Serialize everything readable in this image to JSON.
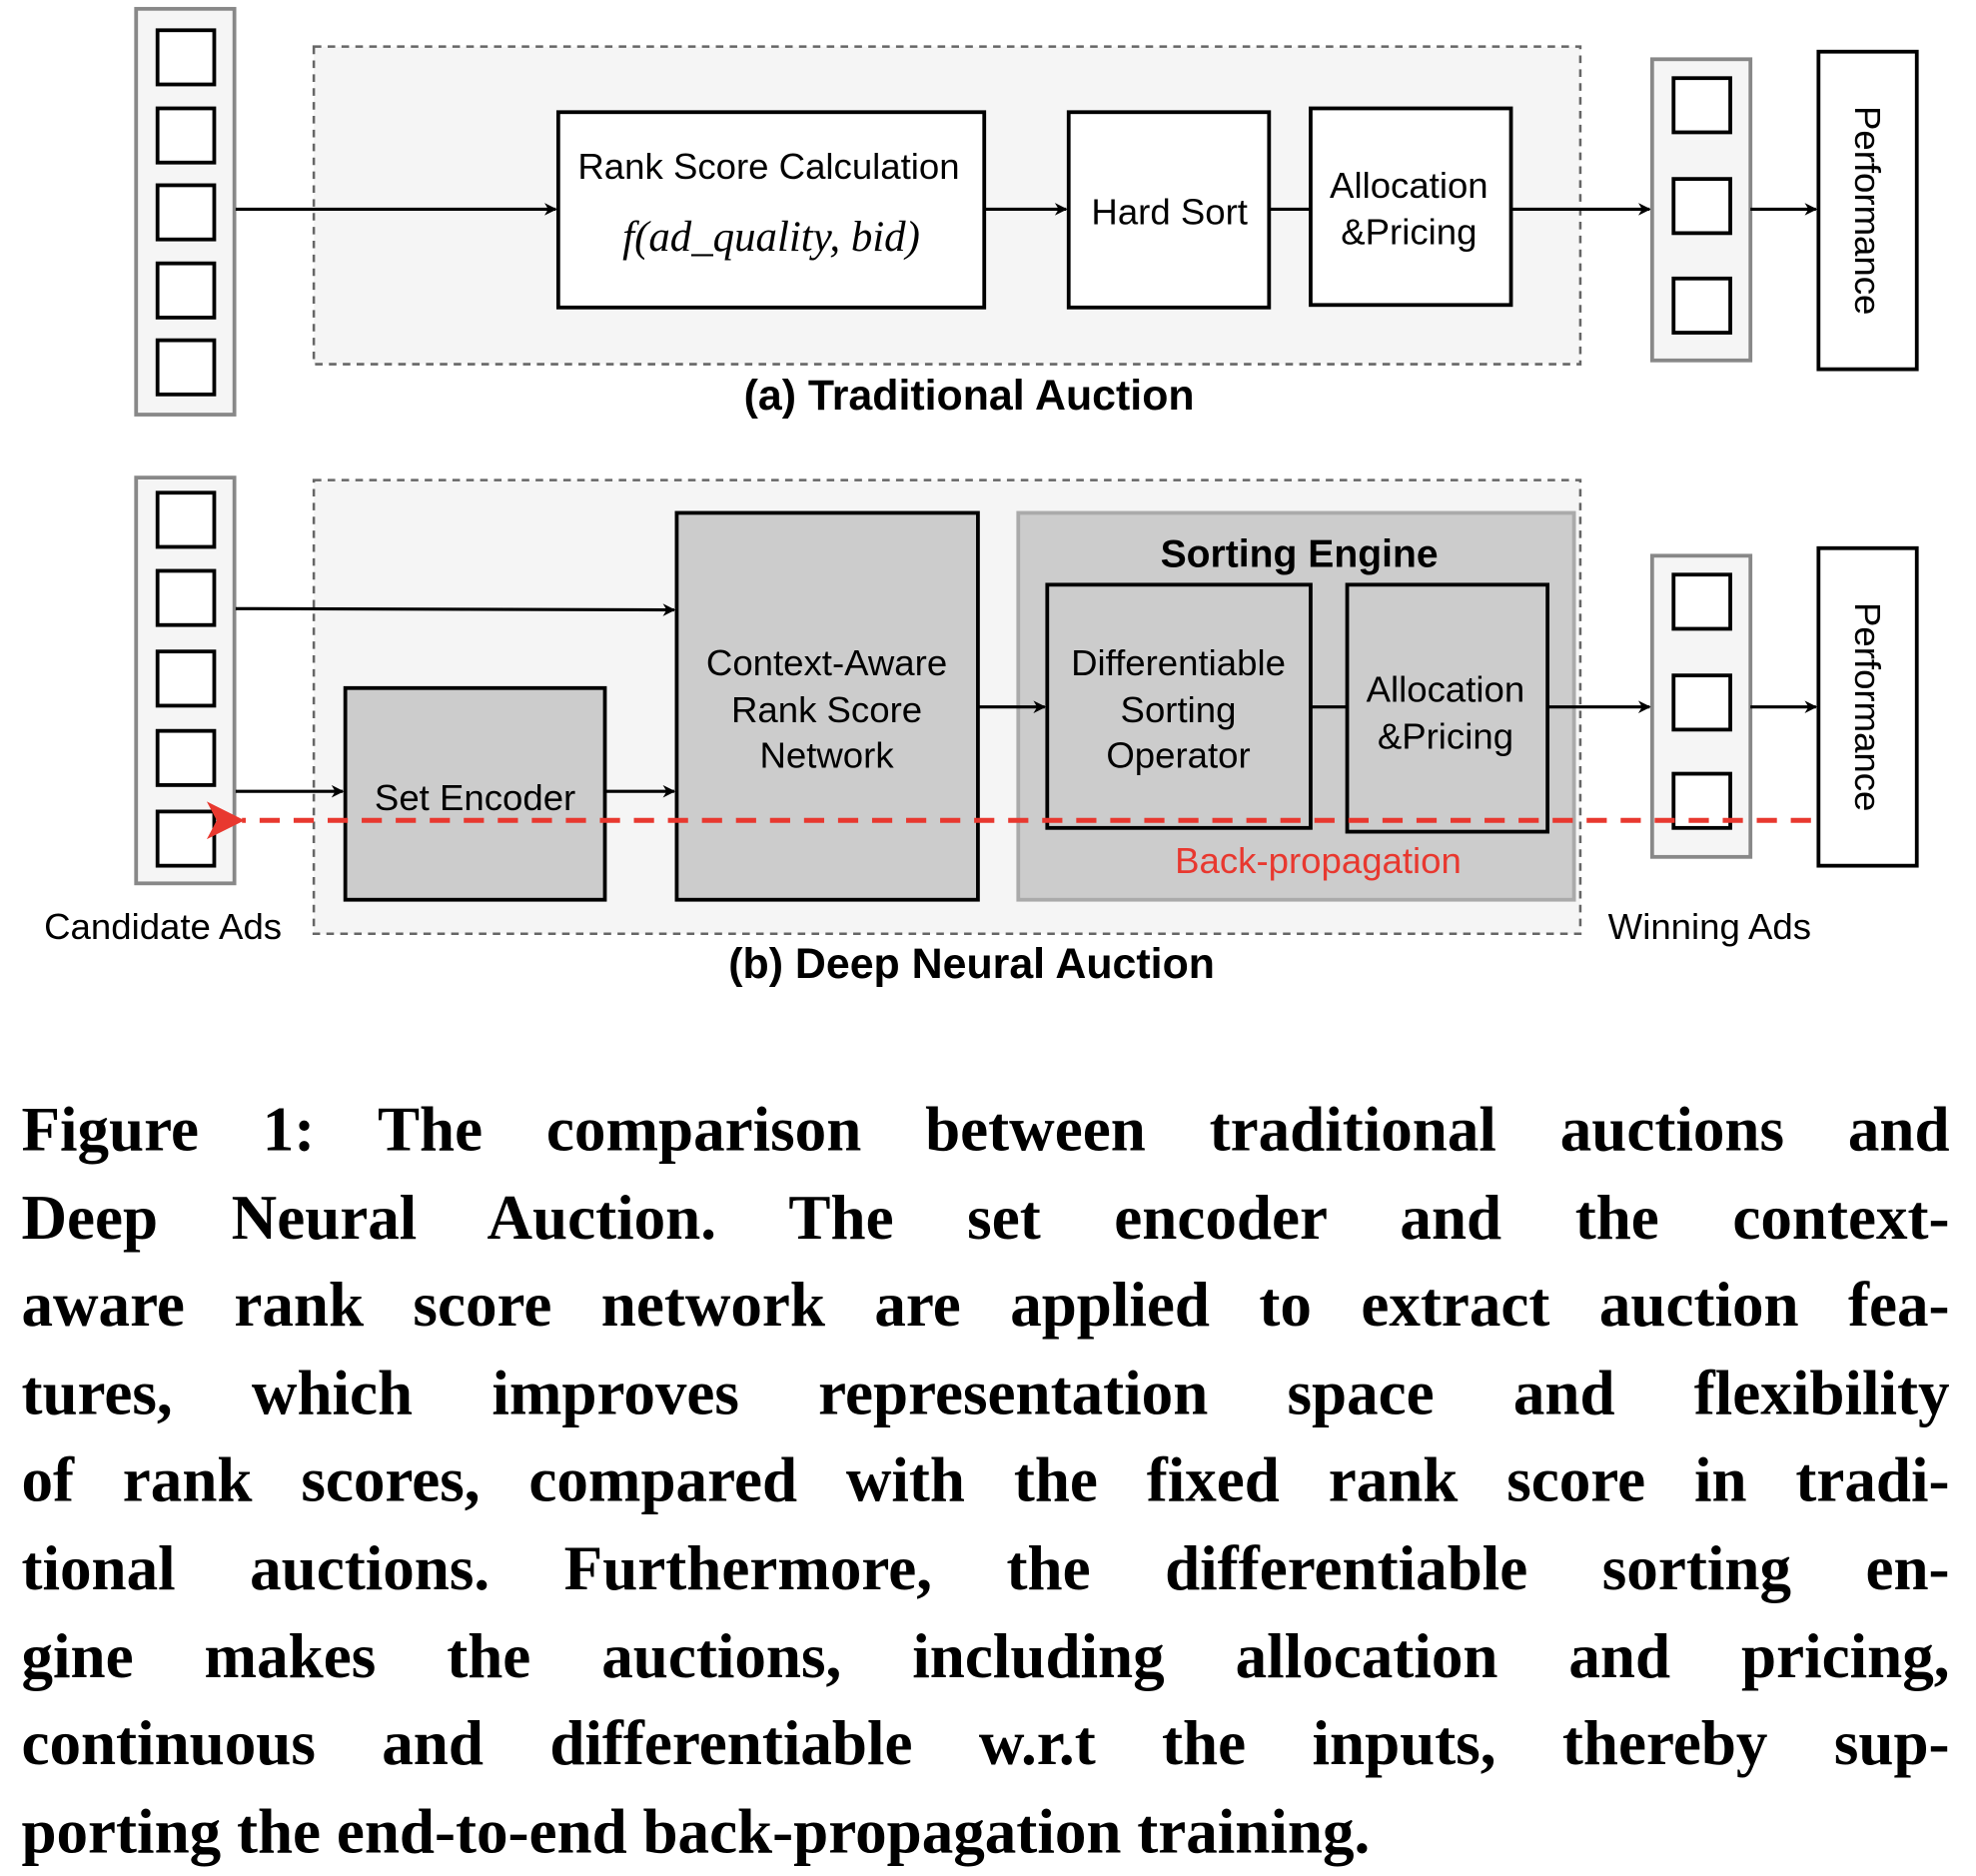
{
  "diagram_a": {
    "title": "(a) Traditional Auction",
    "rank_box_title": "Rank Score Calculation",
    "rank_box_formula": "f(ad_quality, bid)",
    "hard_sort": "Hard Sort",
    "allocation_line1": "Allocation",
    "allocation_line2": "&Pricing",
    "performance": "Performance"
  },
  "diagram_b": {
    "title": "(b) Deep Neural Auction",
    "set_encoder": "Set Encoder",
    "context_line1": "Context-Aware",
    "context_line2": "Rank Score",
    "context_line3": "Network",
    "sorting_engine": "Sorting Engine",
    "diff_line1": "Differentiable",
    "diff_line2": "Sorting",
    "diff_line3": "Operator",
    "allocation_line1": "Allocation",
    "allocation_line2": "&Pricing",
    "performance": "Performance",
    "backprop": "Back-propagation",
    "candidate_ads": "Candidate Ads",
    "winning_ads": "Winning Ads"
  },
  "colors": {
    "backprop": "#e8382f",
    "dashed_box_fill": "#f5f5f5",
    "module_fill": "#cccccc"
  },
  "caption_lines": [
    "Figure 1: The comparison between traditional auctions and",
    "Deep Neural Auction. The set encoder and the context-",
    "aware rank score network are applied to extract auction fea-",
    "tures, which improves representation space and flexibility",
    "of rank scores, compared with the fixed rank score in tradi-",
    "tional auctions. Furthermore, the differentiable sorting en-",
    "gine makes the auctions, including allocation and pricing,",
    "continuous and differentiable w.r.t the inputs, thereby sup-",
    "porting the end-to-end back-propagation training."
  ]
}
